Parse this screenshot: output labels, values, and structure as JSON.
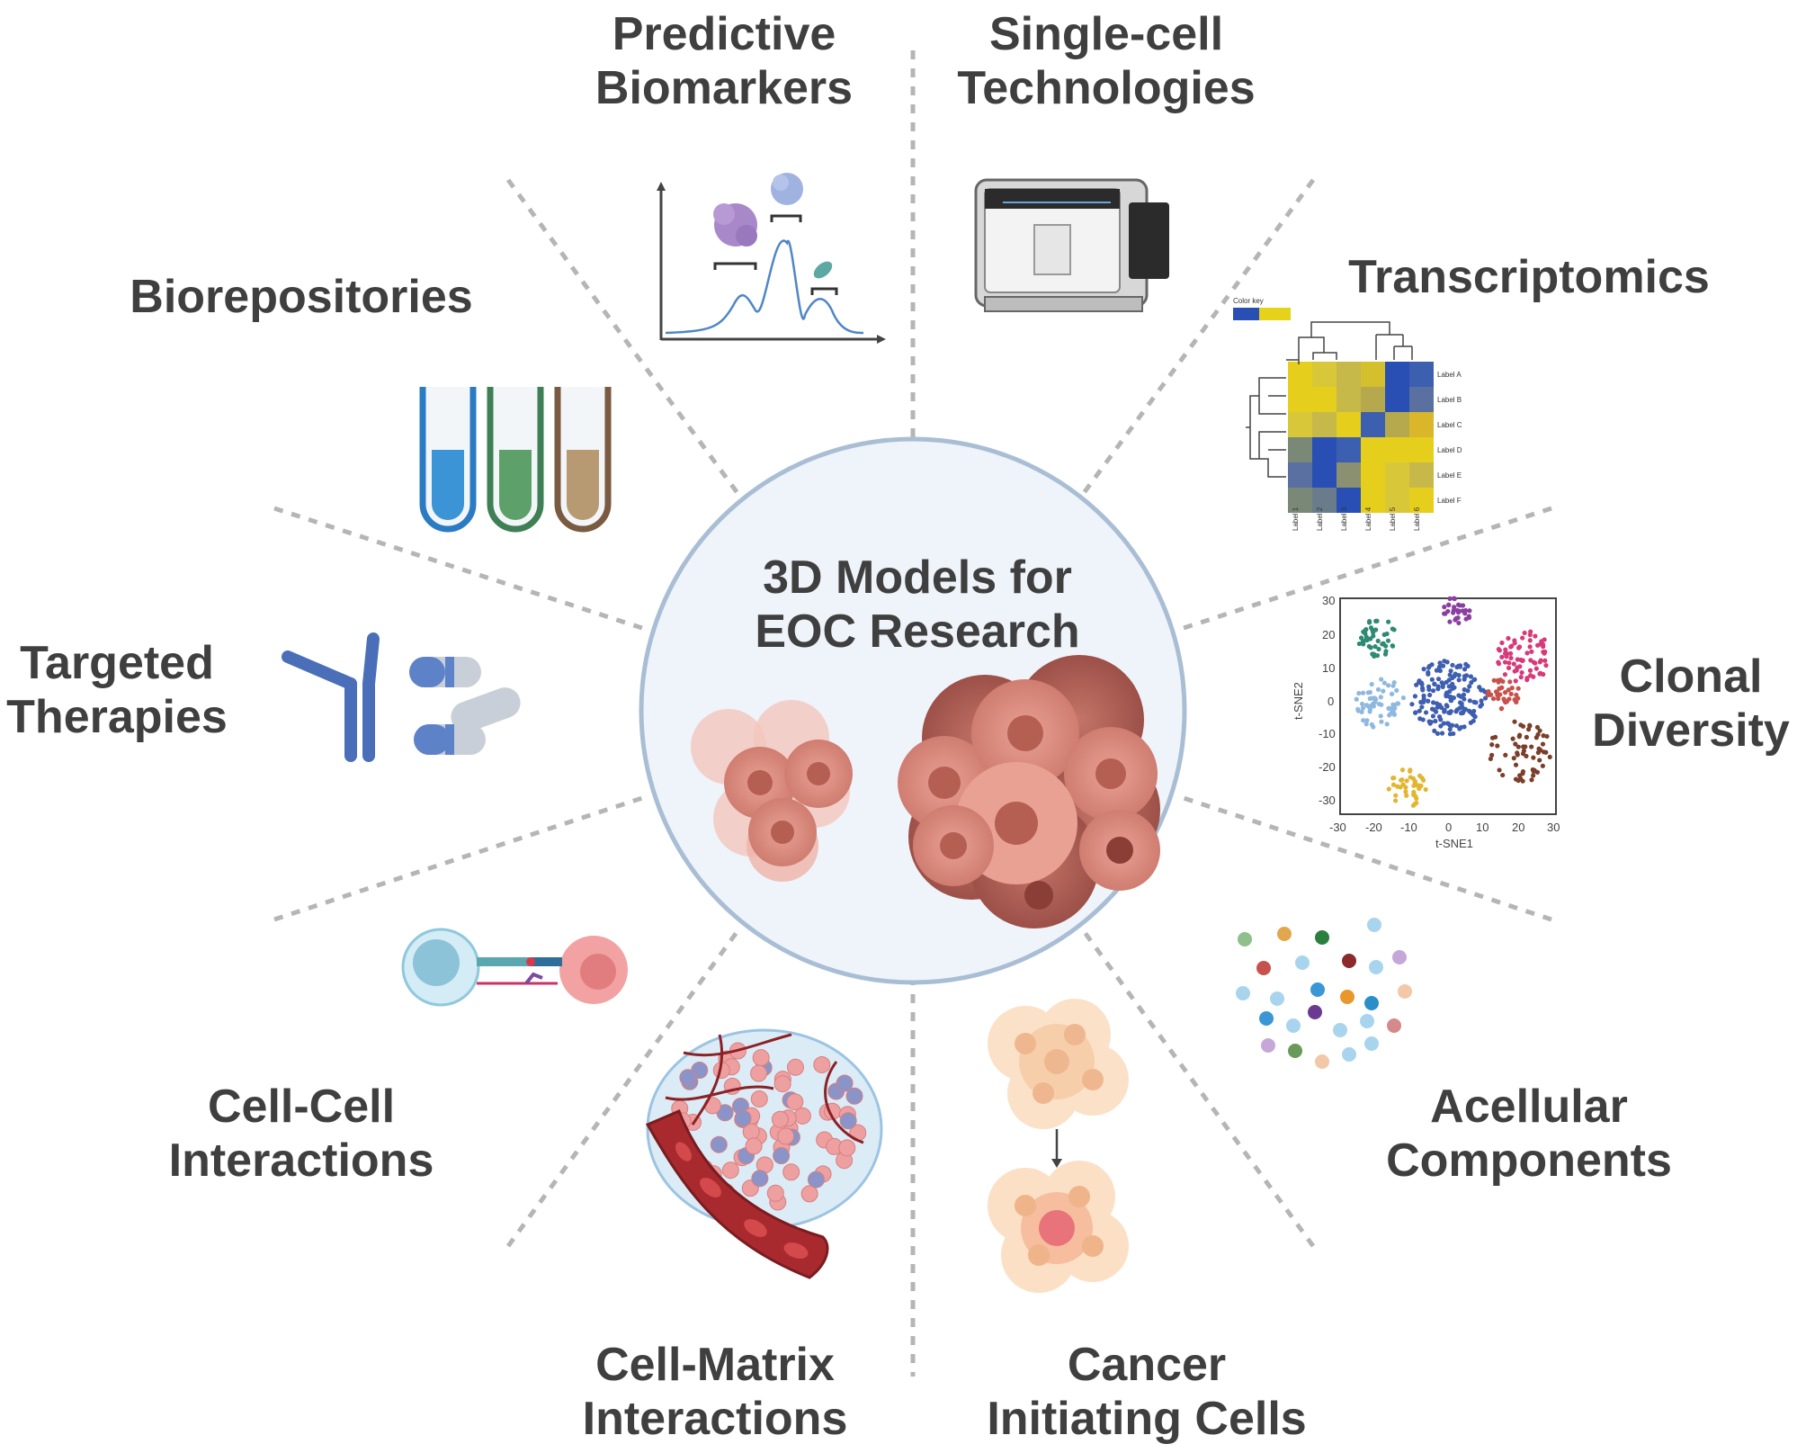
{
  "center": {
    "line1": "3D Models for",
    "line2": "EOC Research"
  },
  "labels": {
    "predictive_biomarkers": [
      "Predictive",
      "Biomarkers"
    ],
    "single_cell": [
      "Single-cell",
      "Technologies"
    ],
    "transcriptomics": [
      "Transcriptomics"
    ],
    "clonal_diversity": [
      "Clonal",
      "Diversity"
    ],
    "acellular_components": [
      "Acellular",
      "Components"
    ],
    "cancer_initiating": [
      "Cancer",
      "Initiating Cells"
    ],
    "cell_matrix": [
      "Cell-Matrix",
      "Interactions"
    ],
    "cell_cell": [
      "Cell-Cell",
      "Interactions"
    ],
    "targeted_therapies": [
      "Targeted",
      "Therapies"
    ],
    "biorepositories": [
      "Biorepositories"
    ]
  },
  "heatmap": {
    "color_key": "Color key",
    "row_labels": [
      "Label A",
      "Label B",
      "Label C",
      "Label D",
      "Label E",
      "Label F"
    ],
    "col_labels": [
      "Label 1",
      "Label 2",
      "Label 3",
      "Label 4",
      "Label 5",
      "Label 6"
    ]
  },
  "tsne": {
    "xlabel": "t-SNE1",
    "ylabel": "t-SNE2",
    "xticks": [
      "-30",
      "-20",
      "-10",
      "0",
      "10",
      "20",
      "30"
    ],
    "yticks": [
      "30",
      "20",
      "10",
      "0",
      "-10",
      "-20",
      "-30"
    ]
  },
  "colors": {
    "label_text": "#3f3f3f",
    "dashed_line": "#b5b5b5",
    "center_fill": "#eef4fa",
    "center_stroke": "#a9bed4"
  }
}
